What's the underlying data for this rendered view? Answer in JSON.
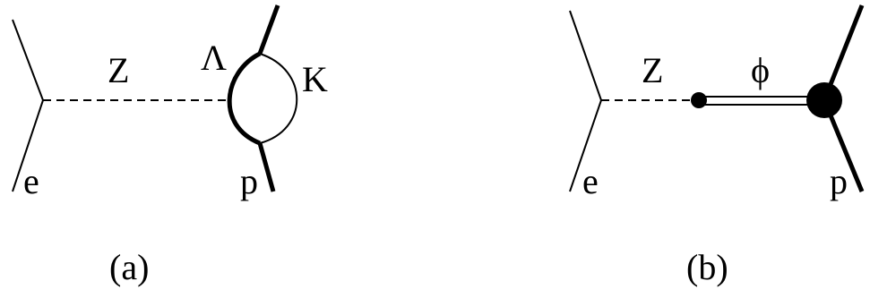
{
  "diagram_a": {
    "labels": {
      "boson": "Z",
      "electron": "e",
      "lambda": "Λ",
      "kaon": "K",
      "proton": "p"
    },
    "caption": "(a)"
  },
  "diagram_b": {
    "labels": {
      "boson": "Z",
      "phi": "ϕ",
      "electron": "e",
      "proton": "p"
    },
    "caption": "(b)"
  },
  "colors": {
    "line": "#000000",
    "background": "#ffffff"
  }
}
